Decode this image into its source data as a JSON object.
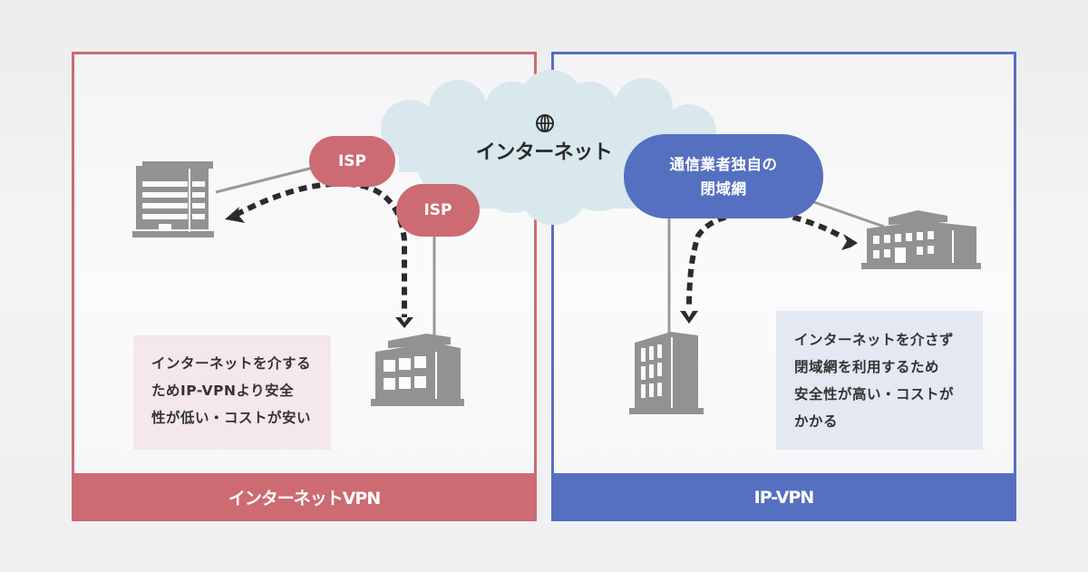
{
  "cloud": {
    "icon": "globe-icon",
    "label": "インターネット",
    "fill_color": "#d8e8ec"
  },
  "left_panel": {
    "accent_color": "#cc6b72",
    "title": "インターネットVPN",
    "isp_nodes": [
      {
        "label": "ISP"
      },
      {
        "label": "ISP"
      }
    ],
    "note_lines": [
      "インターネットを介する",
      "ためIP-VPNより安全",
      "性が低い・コストが安い"
    ]
  },
  "right_panel": {
    "accent_color": "#5570c0",
    "title": "IP-VPN",
    "network_node": {
      "line1": "通信業者独自の",
      "line2": "閉域網"
    },
    "note_lines": [
      "インターネットを介さず",
      "閉域網を利用するため",
      "安全性が高い・コストが",
      "かかる"
    ]
  },
  "colors": {
    "building": "#929292",
    "connector": "#999999",
    "arrow": "#2b2b2b"
  }
}
